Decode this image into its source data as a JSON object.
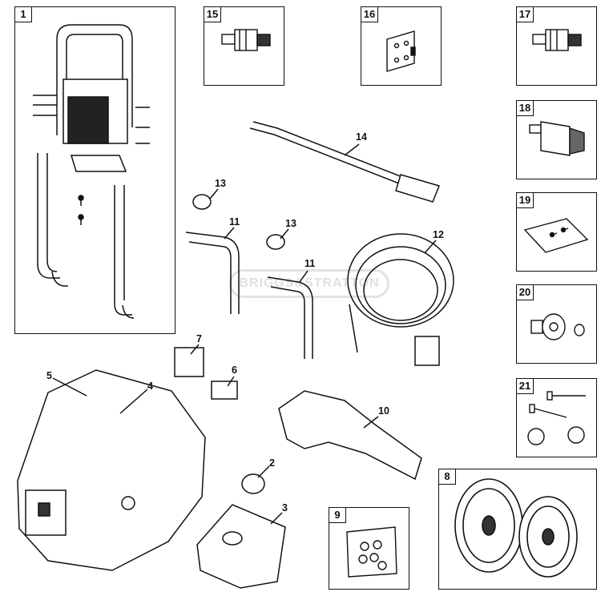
{
  "boxed_parts": [
    {
      "id": "1"
    },
    {
      "id": "15"
    },
    {
      "id": "16"
    },
    {
      "id": "17"
    },
    {
      "id": "18"
    },
    {
      "id": "19"
    },
    {
      "id": "20"
    },
    {
      "id": "21"
    },
    {
      "id": "9"
    },
    {
      "id": "8"
    }
  ],
  "callouts": [
    "14",
    "13",
    "11",
    "13",
    "11",
    "12",
    "7",
    "6",
    "5",
    "4",
    "10",
    "2",
    "3"
  ],
  "watermark": "BRIGGS&STRATTON",
  "colors": {
    "line": "#111111",
    "watermark": "#e0e0e0",
    "background": "#ffffff"
  }
}
